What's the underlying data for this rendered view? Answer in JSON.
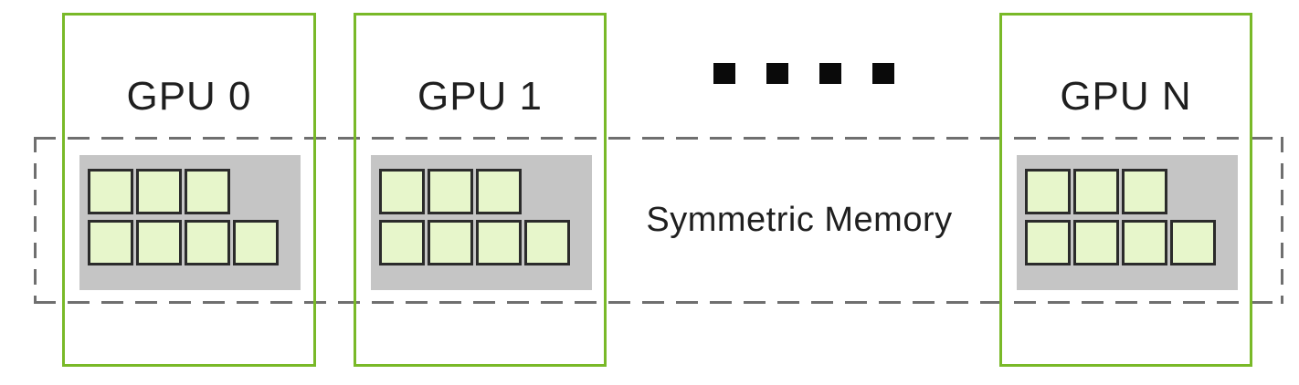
{
  "gpus": [
    {
      "label": "GPU 0",
      "memory": {
        "top_row_blocks": 3,
        "bottom_row_blocks": 4,
        "total_blocks": 7
      }
    },
    {
      "label": "GPU 1",
      "memory": {
        "top_row_blocks": 3,
        "bottom_row_blocks": 4,
        "total_blocks": 7
      }
    },
    {
      "label": "GPU N",
      "memory": {
        "top_row_blocks": 3,
        "bottom_row_blocks": 4,
        "total_blocks": 7
      }
    }
  ],
  "ellipsis": {
    "count": 4
  },
  "symmetric_memory_label": "Symmetric Memory",
  "colors": {
    "gpu_border": "#79b928",
    "block_fill": "#e7f6cb",
    "block_border": "#2b2b2b",
    "memory_bg": "#c5c5c5",
    "dash_color": "#6f6f6f",
    "dot_color": "#0a0a0a",
    "text_color": "#1f1f1f",
    "canvas_bg": "#ffffff"
  }
}
